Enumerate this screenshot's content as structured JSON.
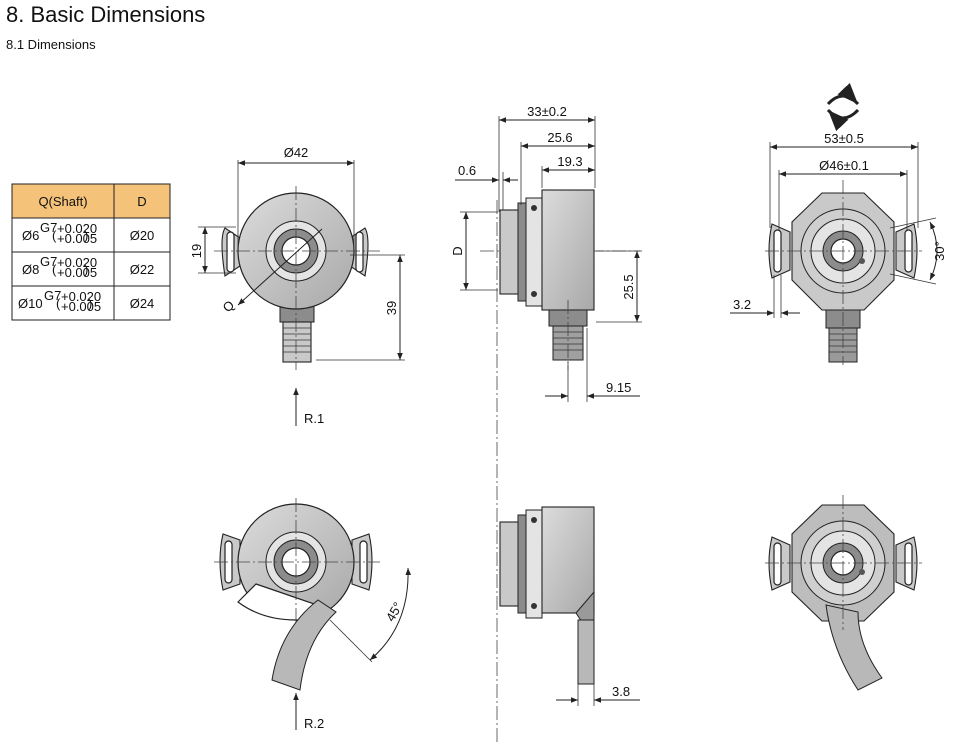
{
  "heading": {
    "title": "8.  Basic Dimensions",
    "subtitle": "8.1  Dimensions"
  },
  "table": {
    "headers": [
      "Q(Shaft)",
      "D"
    ],
    "rows": [
      {
        "base": "Ø6",
        "sup": "G7",
        "tol_upper": "+0.020",
        "tol_lower": "+0.005",
        "d": "Ø20"
      },
      {
        "base": "Ø8",
        "sup": "G7",
        "tol_upper": "+0.020",
        "tol_lower": "+0.005",
        "d": "Ø22"
      },
      {
        "base": "Ø10",
        "sup": "G7",
        "tol_upper": "+0.020",
        "tol_lower": "+0.005",
        "d": "Ø24"
      }
    ],
    "header_color": "#f5c27a"
  },
  "front_view": {
    "dim_diameter": "Ø42",
    "dim_19": "19",
    "dim_39": "39",
    "label_q": "Q",
    "arrow_label": "R.1"
  },
  "side_view": {
    "dim_total": "33±0.2",
    "dim_25_6": "25.6",
    "dim_19_3": "19.3",
    "dim_0_6": "0.6",
    "label_d": "D",
    "dim_25_5": "25.5",
    "dim_9_15": "9.15"
  },
  "back_view": {
    "dim_53": "53±0.5",
    "dim_46": "Ø46±0.1",
    "dim_3_2": "3.2",
    "angle": "30°",
    "rotation_icon": "rotation-arrows-icon"
  },
  "bottom_front_view": {
    "angle": "45°",
    "arrow_label": "R.2"
  },
  "bottom_side_view": {
    "dim_3_8": "3.8"
  }
}
